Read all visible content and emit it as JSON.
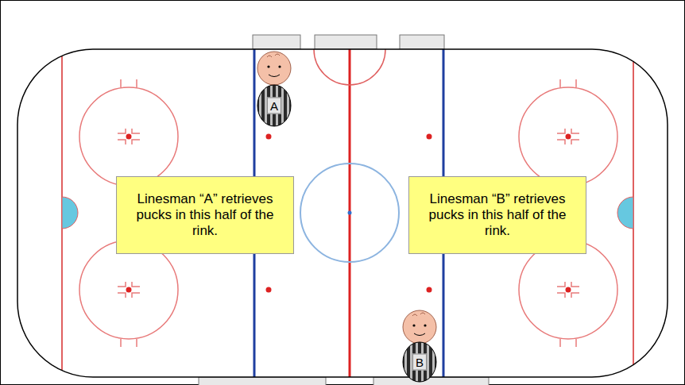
{
  "diagram": {
    "nodes": [
      {
        "text": [
          "A"
        ]
      },
      {
        "text": [
          "Linesman “A” retrieves pucks in this half of the rink."
        ]
      },
      {
        "text": [
          "Linesman “B” retrieves pucks in this half of the rink."
        ]
      },
      {
        "text": [
          "B"
        ]
      }
    ]
  }
}
